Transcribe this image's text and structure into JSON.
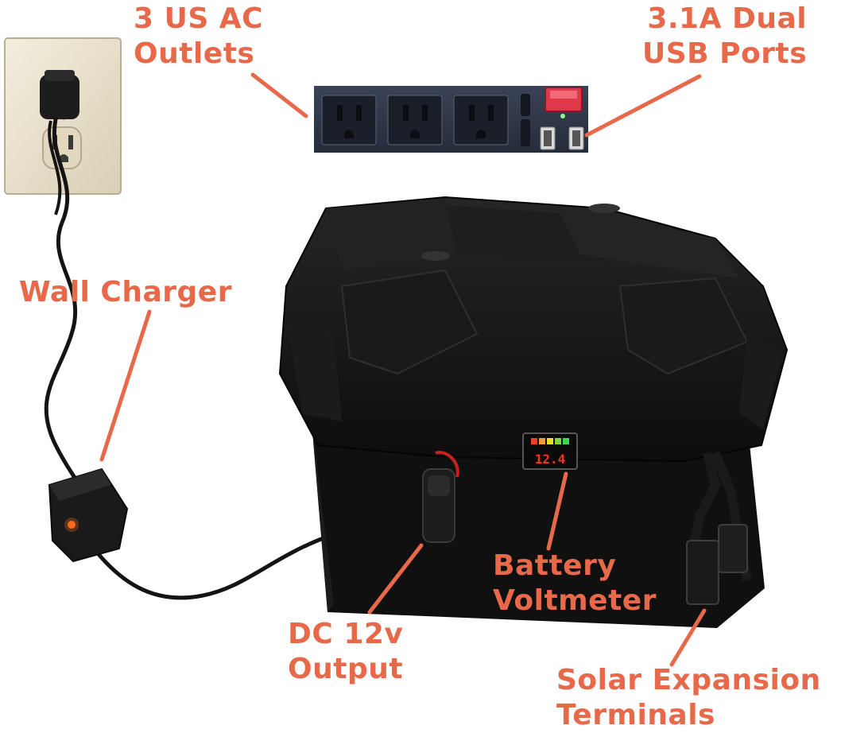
{
  "colors": {
    "label": "#e8694a",
    "case_black": "#151515",
    "panel_navy": "#2e3747",
    "wall_plate": "#ece4cf",
    "switch_red": "#e0384b",
    "led_orange": "#ff6a1a",
    "display_red": "#ff3020",
    "background": "#ffffff"
  },
  "labels": {
    "ac_outlets": {
      "line1": "3 US AC",
      "line2": "Outlets"
    },
    "usb_ports": {
      "line1": "3.1A Dual",
      "line2": "USB Ports"
    },
    "wall_charger": {
      "line1": "Wall Charger"
    },
    "battery_voltmeter": {
      "line1": "Battery",
      "line2": "Voltmeter"
    },
    "dc_output": {
      "line1": "DC 12v",
      "line2": "Output"
    },
    "solar_terminals": {
      "line1": "Solar Expansion",
      "line2": "Terminals"
    }
  },
  "voltmeter": {
    "reading": "12.4"
  },
  "icons": [
    "wall-outlet-icon",
    "ac-outlet-icon",
    "usb-port-icon",
    "rocker-switch-icon",
    "charger-brick-icon",
    "cigarette-socket-icon",
    "mc4-connector-icon"
  ]
}
